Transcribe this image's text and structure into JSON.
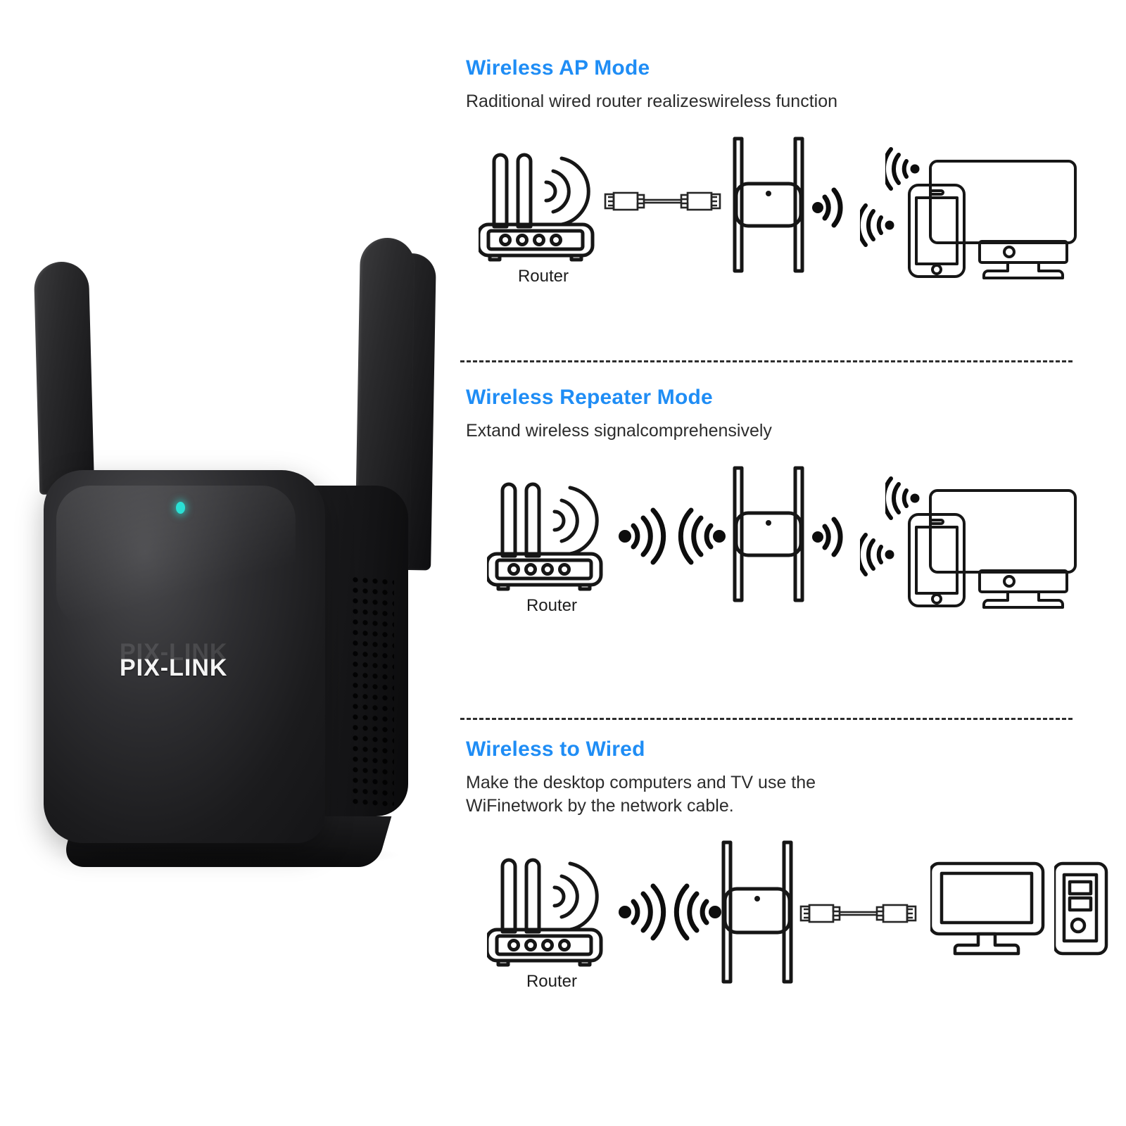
{
  "theme": {
    "accent_blue": "#1f8df5",
    "body_text": "#2c2c2c",
    "line_black": "#1a1a1a",
    "led_cyan": "#2ae0d4",
    "background": "#ffffff"
  },
  "product": {
    "brand": "PIX-LINK",
    "led_name": "power-led",
    "antenna_count": 2
  },
  "sections": [
    {
      "id": "wireless-ap-mode",
      "heading": "Wireless AP Mode",
      "subtitle": "Raditional wired router realizeswireless function",
      "diagram": {
        "router_label": "Router",
        "link_type": "ethernet-cable",
        "output_type": "wifi"
      }
    },
    {
      "id": "wireless-repeater-mode",
      "heading": "Wireless Repeater Mode",
      "subtitle": "Extand wireless signalcomprehensively",
      "diagram": {
        "router_label": "Router",
        "link_type": "wifi",
        "output_type": "wifi"
      }
    },
    {
      "id": "wireless-to-wired",
      "heading": "Wireless to Wired",
      "subtitle_line1": "Make the desktop computers and TV use the",
      "subtitle_line2": "WiFinetwork by the network cable.",
      "diagram": {
        "router_label": "Router",
        "link_type": "wifi",
        "output_type": "ethernet-cable"
      }
    }
  ]
}
